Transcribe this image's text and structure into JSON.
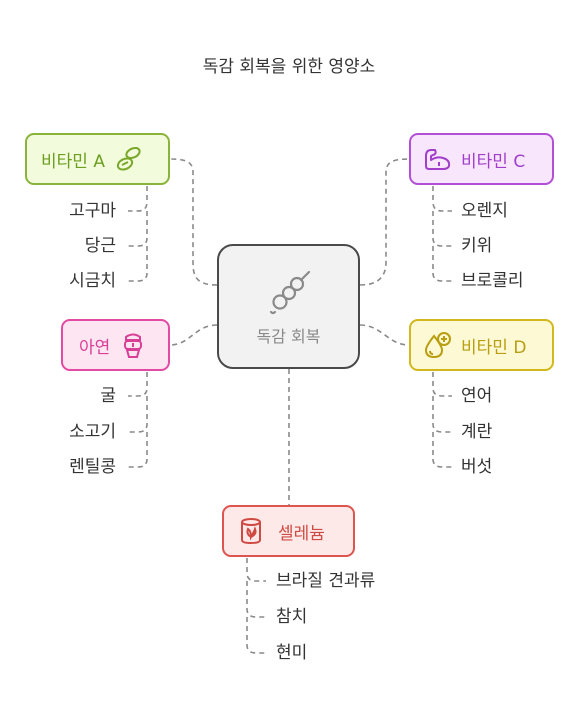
{
  "title": "독감 회복을 위한 영양소",
  "center": {
    "label": "독감 회복",
    "icon": "bean-icon"
  },
  "nodes": {
    "vitamin_a": {
      "label": "비타민 A",
      "icon": "seeds-icon",
      "color": "#8ab33c",
      "fill": "#f2fbdc",
      "items": [
        "고구마",
        "당근",
        "시금치"
      ]
    },
    "vitamin_c": {
      "label": "비타민 C",
      "icon": "arm-icon",
      "color": "#b34fd6",
      "fill": "#f8e6fc",
      "items": [
        "오렌지",
        "키위",
        "브로콜리"
      ]
    },
    "zinc": {
      "label": "아연",
      "icon": "mineral-icon",
      "color": "#e24aa3",
      "fill": "#fde6f2",
      "items": [
        "굴",
        "소고기",
        "렌틸콩"
      ]
    },
    "vitamin_d": {
      "label": "비타민 D",
      "icon": "drop-plus-icon",
      "color": "#d2b81c",
      "fill": "#fdf9d4",
      "items": [
        "연어",
        "계란",
        "버섯"
      ]
    },
    "selenium": {
      "label": "셀레늄",
      "icon": "can-icon",
      "color": "#de5550",
      "fill": "#fde9e7",
      "items": [
        "브라질 견과류",
        "참치",
        "현미"
      ]
    }
  }
}
